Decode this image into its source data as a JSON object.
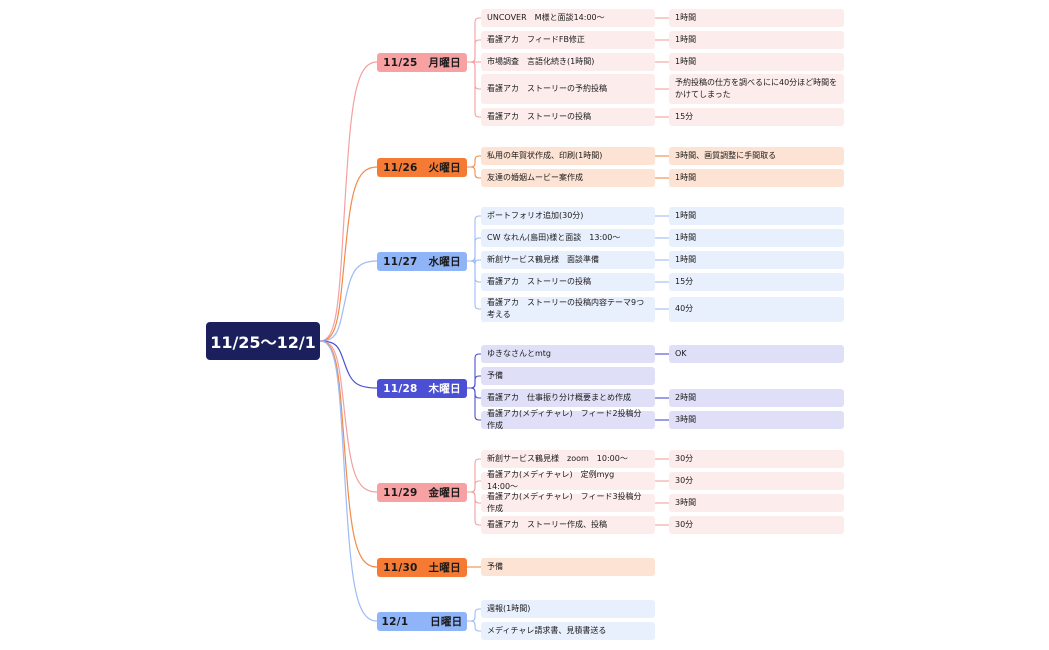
{
  "root": {
    "label": "11/25〜12/1"
  },
  "days": [
    {
      "label": "11/25　月曜日",
      "color": "#f8a1a2",
      "text_color": "#1a1a1a",
      "line": "#f4a0a0",
      "light": "#fdecec",
      "tasks": [
        {
          "task": "UNCOVER　M様と面談14:00〜",
          "time": "1時間"
        },
        {
          "task": "看護アカ　フィードFB修正",
          "time": "1時間"
        },
        {
          "task": "市場調査　言語化続き(1時間)",
          "time": "1時間"
        },
        {
          "task": "看護アカ　ストーリーの予約投稿",
          "time": "予約投稿の仕方を調べるにに40分ほど時間をかけてしまった"
        },
        {
          "task": "看護アカ　ストーリーの投稿",
          "time": "15分"
        }
      ]
    },
    {
      "label": "11/26　火曜日",
      "color": "#f57a33",
      "text_color": "#1a1a1a",
      "line": "#f28a48",
      "light": "#fde3d3",
      "tasks": [
        {
          "task": "私用の年賀状作成、印刷(1時間)",
          "time": "3時間、画質調整に手間取る"
        },
        {
          "task": "友達の婚姻ムービー案作成",
          "time": "1時間"
        }
      ]
    },
    {
      "label": "11/27　水曜日",
      "color": "#8fb4f7",
      "text_color": "#1a1a1a",
      "line": "#9dbbf5",
      "light": "#e8effd",
      "tasks": [
        {
          "task": "ポートフォリオ追加(30分)",
          "time": "1時間"
        },
        {
          "task": "CW なれん(島田)様と面談　13:00〜",
          "time": "1時間"
        },
        {
          "task": "新創サービス鶴見様　面談準備",
          "time": "1時間"
        },
        {
          "task": "看護アカ　ストーリーの投稿",
          "time": "15分"
        },
        {
          "task": "看護アカ　ストーリーの投稿内容テーマ9つ考える",
          "time": "40分"
        }
      ]
    },
    {
      "label": "11/28　木曜日",
      "color": "#4b4fd4",
      "text_color": "#ffffff",
      "line": "#4b4fd4",
      "light": "#dfe0f8",
      "tasks": [
        {
          "task": "ゆきなさんとmtg",
          "time": "OK"
        },
        {
          "task": "予備",
          "time": ""
        },
        {
          "task": "看護アカ　仕事振り分け概要まとめ作成",
          "time": "2時間"
        },
        {
          "task": "看護アカ(メディチャレ)　フィード2投稿分作成",
          "time": "3時間"
        }
      ]
    },
    {
      "label": "11/29　金曜日",
      "color": "#f8a1a2",
      "text_color": "#1a1a1a",
      "line": "#f4a0a0",
      "light": "#fdecec",
      "tasks": [
        {
          "task": "新創サービス鶴見様　zoom　10:00〜",
          "time": "30分"
        },
        {
          "task": "看護アカ(メディチャレ)　定例myg　14:00〜",
          "time": "30分"
        },
        {
          "task": "看護アカ(メディチャレ)　フィード3投稿分作成",
          "time": "3時間"
        },
        {
          "task": "看護アカ　ストーリー作成、投稿",
          "time": "30分"
        }
      ]
    },
    {
      "label": "11/30　土曜日",
      "color": "#f57a33",
      "text_color": "#1a1a1a",
      "line": "#f28a48",
      "light": "#fde3d3",
      "tasks": [
        {
          "task": "予備",
          "time": ""
        }
      ]
    },
    {
      "label": "12/1　　日曜日",
      "color": "#8fb4f7",
      "text_color": "#1a1a1a",
      "line": "#9dbbf5",
      "light": "#e8effd",
      "tasks": [
        {
          "task": "週報(1時間)",
          "time": ""
        },
        {
          "task": "メディチャレ請求書、見積書送る",
          "time": ""
        }
      ]
    }
  ]
}
